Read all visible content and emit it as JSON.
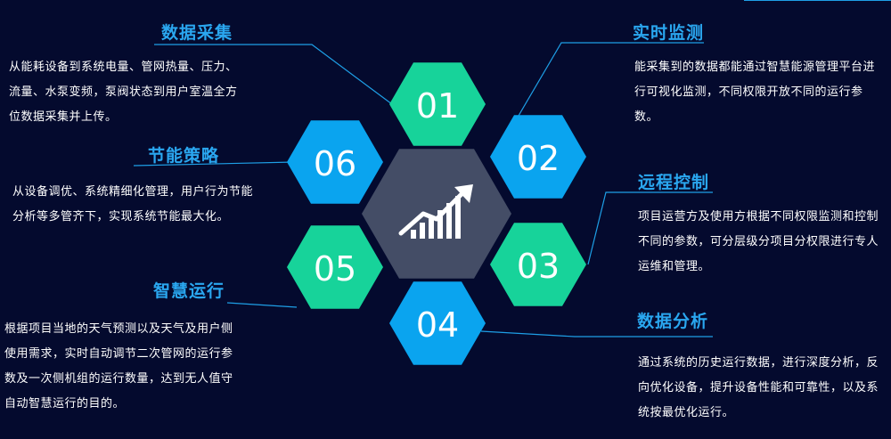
{
  "colors": {
    "background": "#040a2e",
    "green": "#17d39a",
    "blue": "#0aa4ef",
    "center": "#444d66",
    "title": "#2aa7f0",
    "line": "#1e9fe6",
    "text": "#ffffff"
  },
  "center": {
    "icon": "rising-bar-chart-icon"
  },
  "items": [
    {
      "number": "01",
      "color": "green",
      "title": "数据采集",
      "desc": "从能耗设备到系统电量、管网热量、压力、流量、水泵变频，泵阀状态到用户室温全方位数据采集并上传。"
    },
    {
      "number": "02",
      "color": "blue",
      "title": "实时监测",
      "desc": "能采集到的数据都能通过智慧能源管理平台进行可视化监测，不同权限开放不同的运行参数。"
    },
    {
      "number": "03",
      "color": "green",
      "title": "远程控制",
      "desc": "项目运营方及使用方根据不同权限监测和控制不同的参数，可分层级分项目分权限进行专人运维和管理。"
    },
    {
      "number": "04",
      "color": "blue",
      "title": "数据分析",
      "desc": "通过系统的历史运行数据，进行深度分析，反向优化设备，提升设备性能和可靠性，以及系统按最优化运行。"
    },
    {
      "number": "05",
      "color": "green",
      "title": "智慧运行",
      "desc": "根据项目当地的天气预测以及天气及用户侧使用需求，实时自动调节二次管网的运行参数及一次侧机组的运行数量，达到无人值守自动智慧运行的目的。"
    },
    {
      "number": "06",
      "color": "blue",
      "title": "节能策略",
      "desc": "从设备调优、系统精细化管理，用户行为节能分析等多管齐下，实现系统节能最大化。"
    }
  ]
}
